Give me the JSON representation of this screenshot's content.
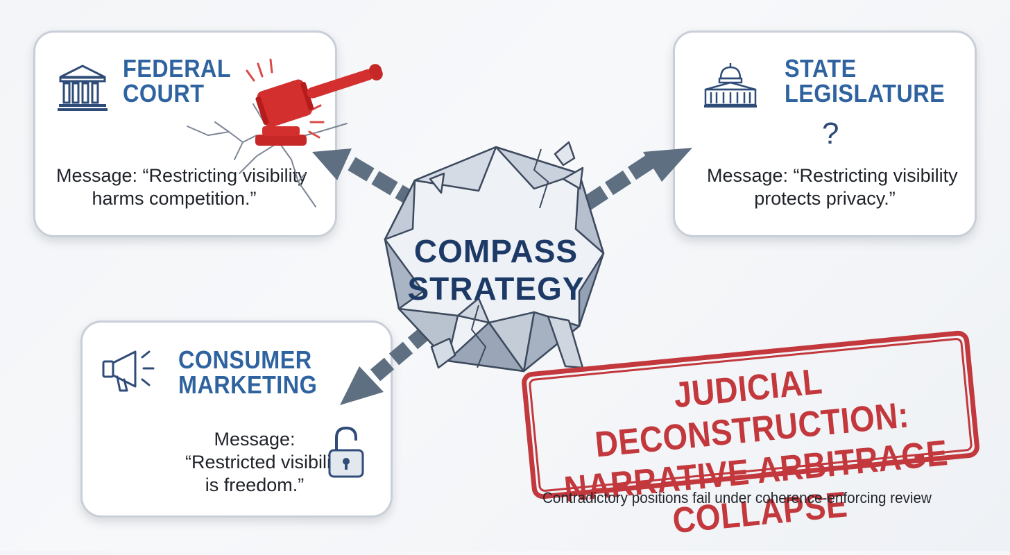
{
  "center": {
    "line1": "COMPASS",
    "line2": "STRATEGY"
  },
  "federal_court": {
    "title_line1": "FEDERAL",
    "title_line2": "COURT",
    "message_line1": "Message: “Restricting visibility",
    "message_line2": "harms competition.”",
    "icon": "courthouse-icon"
  },
  "state_legislature": {
    "title_line1": "STATE",
    "title_line2": "LEGISLATURE",
    "message_line1": "Message: “Restricting visibility",
    "message_line2": "protects privacy.”",
    "question_mark": "?",
    "icon": "capitol-icon"
  },
  "consumer_marketing": {
    "title_line1": "CONSUMER",
    "title_line2": "MARKETING",
    "message_line1": "Message:",
    "message_line2": "“Restricted visibility",
    "message_line3": "is freedom.”",
    "icon": "megaphone-icon"
  },
  "stamp": {
    "line1": "JUDICIAL DECONSTRUCTION:",
    "line2": "NARRATIVE ARBITRAGE COLLAPSE"
  },
  "caption": "Contradictory positions fail under coherence-enforcing review",
  "colors": {
    "title_blue": "#2f63a0",
    "center_navy": "#1d3a66",
    "stamp_red": "#c2383c",
    "gavel_red": "#d32f2f",
    "arrow_gray": "#5f6f82"
  }
}
